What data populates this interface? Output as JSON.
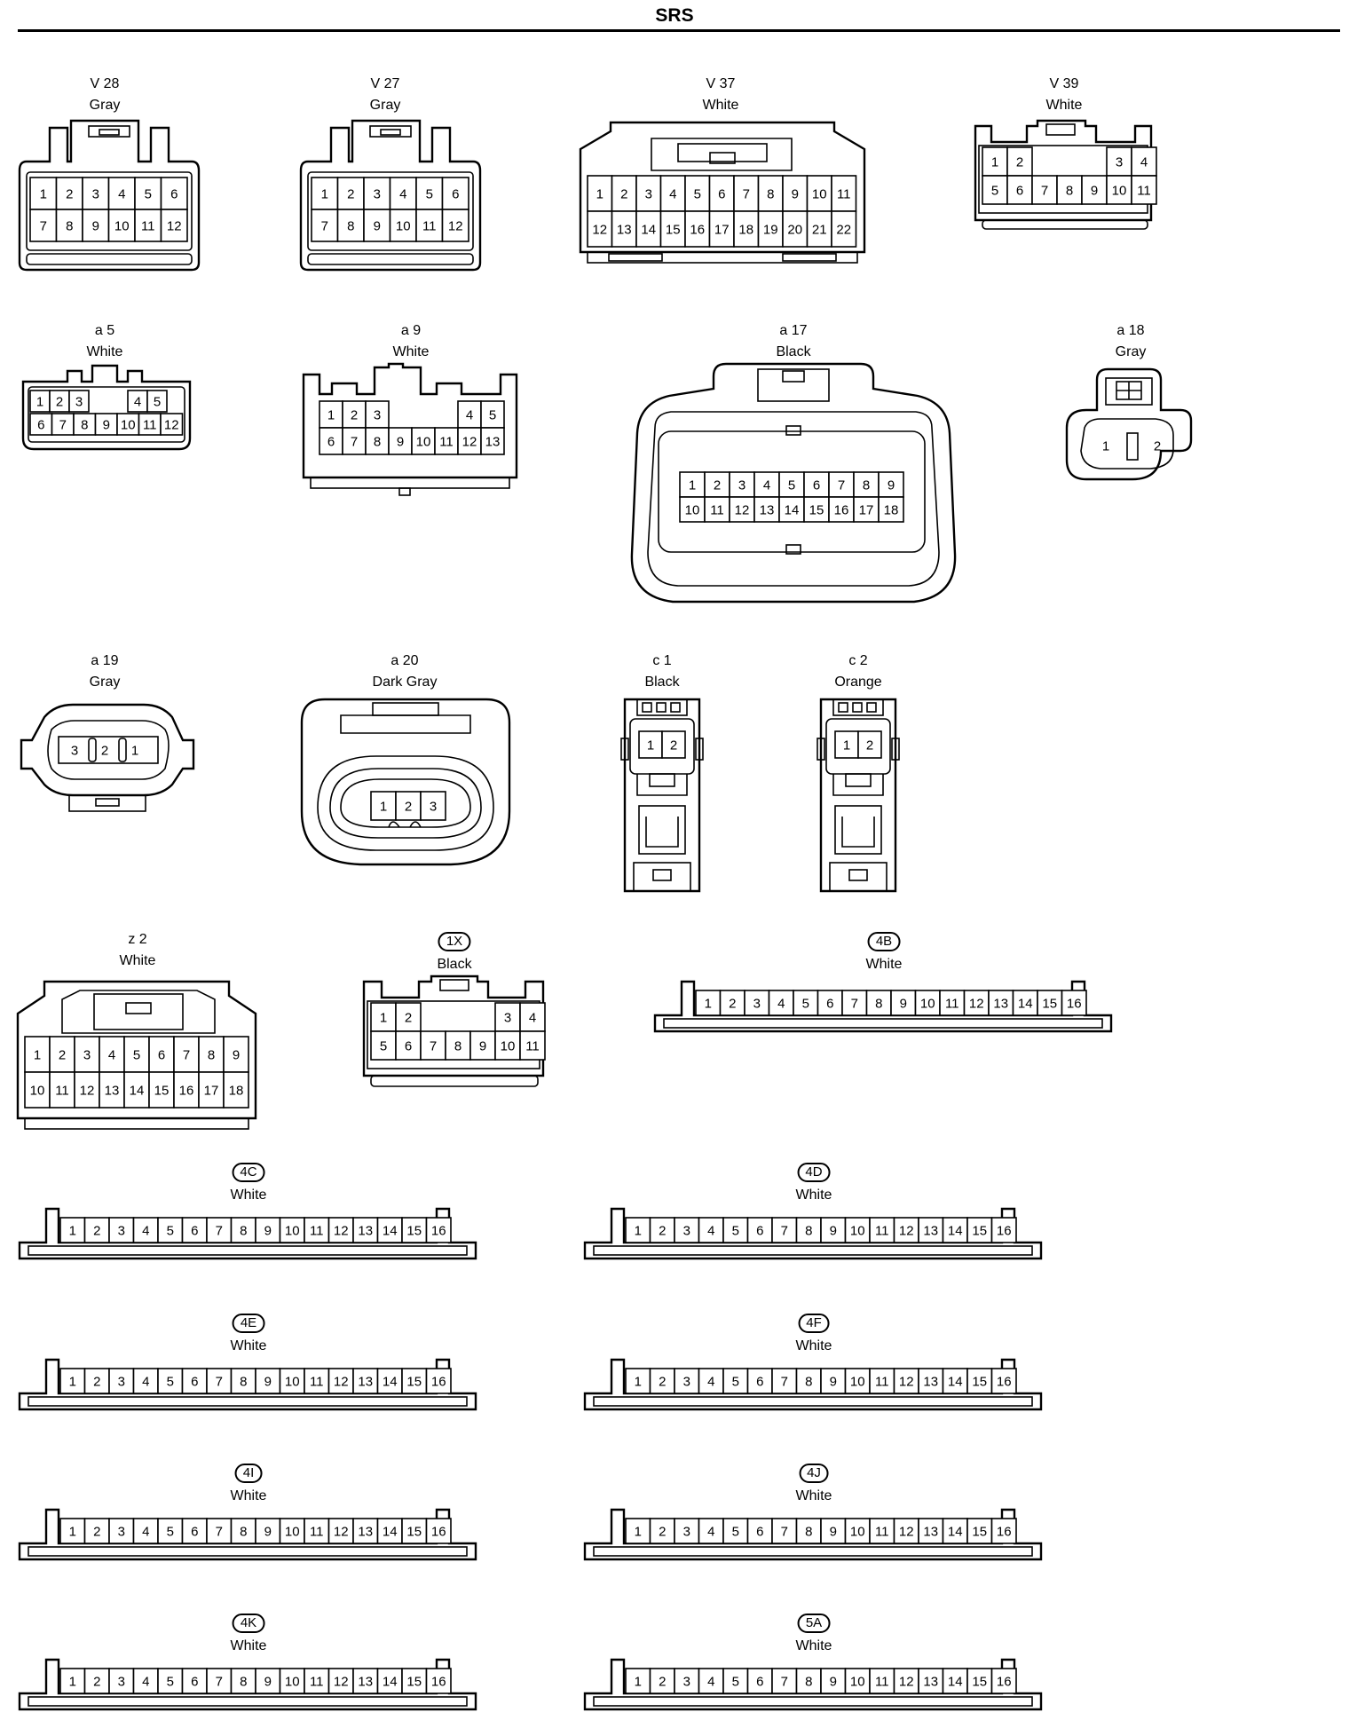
{
  "page": {
    "title": "SRS"
  },
  "connectors": [
    {
      "id": "v28",
      "code": "V 28",
      "color": "Gray",
      "style": "plain",
      "pins": [
        "1",
        "2",
        "3",
        "4",
        "5",
        "6",
        "7",
        "8",
        "9",
        "10",
        "11",
        "12"
      ]
    },
    {
      "id": "v27",
      "code": "V 27",
      "color": "Gray",
      "style": "plain",
      "pins": [
        "1",
        "2",
        "3",
        "4",
        "5",
        "6",
        "7",
        "8",
        "9",
        "10",
        "11",
        "12"
      ]
    },
    {
      "id": "v37",
      "code": "V 37",
      "color": "White",
      "style": "plain",
      "pins": [
        "1",
        "2",
        "3",
        "4",
        "5",
        "6",
        "7",
        "8",
        "9",
        "10",
        "11",
        "12",
        "13",
        "14",
        "15",
        "16",
        "17",
        "18",
        "19",
        "20",
        "21",
        "22"
      ]
    },
    {
      "id": "v39",
      "code": "V 39",
      "color": "White",
      "style": "plain",
      "pins": [
        "1",
        "2",
        "3",
        "4",
        "5",
        "6",
        "7",
        "8",
        "9",
        "10",
        "11"
      ]
    },
    {
      "id": "a5",
      "code": "a 5",
      "color": "White",
      "style": "plain",
      "pins": [
        "1",
        "2",
        "3",
        "4",
        "5",
        "6",
        "7",
        "8",
        "9",
        "10",
        "11",
        "12"
      ]
    },
    {
      "id": "a9",
      "code": "a 9",
      "color": "White",
      "style": "plain",
      "pins": [
        "1",
        "2",
        "3",
        "4",
        "5",
        "6",
        "7",
        "8",
        "9",
        "10",
        "11",
        "12",
        "13"
      ]
    },
    {
      "id": "a17",
      "code": "a 17",
      "color": "Black",
      "style": "plain",
      "pins": [
        "1",
        "2",
        "3",
        "4",
        "5",
        "6",
        "7",
        "8",
        "9",
        "10",
        "11",
        "12",
        "13",
        "14",
        "15",
        "16",
        "17",
        "18"
      ]
    },
    {
      "id": "a18",
      "code": "a 18",
      "color": "Gray",
      "style": "plain",
      "pins": [
        "1",
        "2"
      ]
    },
    {
      "id": "a19",
      "code": "a 19",
      "color": "Gray",
      "style": "plain",
      "pins": [
        "3",
        "2",
        "1"
      ]
    },
    {
      "id": "a20",
      "code": "a 20",
      "color": "Dark Gray",
      "style": "plain",
      "pins": [
        "1",
        "2",
        "3"
      ]
    },
    {
      "id": "c1",
      "code": "c 1",
      "color": "Black",
      "style": "plain",
      "pins": [
        "1",
        "2"
      ]
    },
    {
      "id": "c2",
      "code": "c 2",
      "color": "Orange",
      "style": "plain",
      "pins": [
        "1",
        "2"
      ]
    },
    {
      "id": "z2",
      "code": "z 2",
      "color": "White",
      "style": "plain",
      "pins": [
        "1",
        "2",
        "3",
        "4",
        "5",
        "6",
        "7",
        "8",
        "9",
        "10",
        "11",
        "12",
        "13",
        "14",
        "15",
        "16",
        "17",
        "18"
      ]
    },
    {
      "id": "1x",
      "code": "1X",
      "color": "Black",
      "style": "pill",
      "pins": [
        "1",
        "2",
        "3",
        "4",
        "5",
        "6",
        "7",
        "8",
        "9",
        "10",
        "11"
      ]
    },
    {
      "id": "4b",
      "code": "4B",
      "color": "White",
      "style": "pill",
      "pins": [
        "1",
        "2",
        "3",
        "4",
        "5",
        "6",
        "7",
        "8",
        "9",
        "10",
        "11",
        "12",
        "13",
        "14",
        "15",
        "16"
      ]
    },
    {
      "id": "4c",
      "code": "4C",
      "color": "White",
      "style": "pill",
      "pins": [
        "1",
        "2",
        "3",
        "4",
        "5",
        "6",
        "7",
        "8",
        "9",
        "10",
        "11",
        "12",
        "13",
        "14",
        "15",
        "16"
      ]
    },
    {
      "id": "4d",
      "code": "4D",
      "color": "White",
      "style": "pill",
      "pins": [
        "1",
        "2",
        "3",
        "4",
        "5",
        "6",
        "7",
        "8",
        "9",
        "10",
        "11",
        "12",
        "13",
        "14",
        "15",
        "16"
      ]
    },
    {
      "id": "4e",
      "code": "4E",
      "color": "White",
      "style": "pill",
      "pins": [
        "1",
        "2",
        "3",
        "4",
        "5",
        "6",
        "7",
        "8",
        "9",
        "10",
        "11",
        "12",
        "13",
        "14",
        "15",
        "16"
      ]
    },
    {
      "id": "4f",
      "code": "4F",
      "color": "White",
      "style": "pill",
      "pins": [
        "1",
        "2",
        "3",
        "4",
        "5",
        "6",
        "7",
        "8",
        "9",
        "10",
        "11",
        "12",
        "13",
        "14",
        "15",
        "16"
      ]
    },
    {
      "id": "4i",
      "code": "4I",
      "color": "White",
      "style": "pill",
      "pins": [
        "1",
        "2",
        "3",
        "4",
        "5",
        "6",
        "7",
        "8",
        "9",
        "10",
        "11",
        "12",
        "13",
        "14",
        "15",
        "16"
      ]
    },
    {
      "id": "4j",
      "code": "4J",
      "color": "White",
      "style": "pill",
      "pins": [
        "1",
        "2",
        "3",
        "4",
        "5",
        "6",
        "7",
        "8",
        "9",
        "10",
        "11",
        "12",
        "13",
        "14",
        "15",
        "16"
      ]
    },
    {
      "id": "4k",
      "code": "4K",
      "color": "White",
      "style": "pill",
      "pins": [
        "1",
        "2",
        "3",
        "4",
        "5",
        "6",
        "7",
        "8",
        "9",
        "10",
        "11",
        "12",
        "13",
        "14",
        "15",
        "16"
      ]
    },
    {
      "id": "5a",
      "code": "5A",
      "color": "White",
      "style": "pill",
      "pins": [
        "1",
        "2",
        "3",
        "4",
        "5",
        "6",
        "7",
        "8",
        "9",
        "10",
        "11",
        "12",
        "13",
        "14",
        "15",
        "16"
      ]
    }
  ]
}
